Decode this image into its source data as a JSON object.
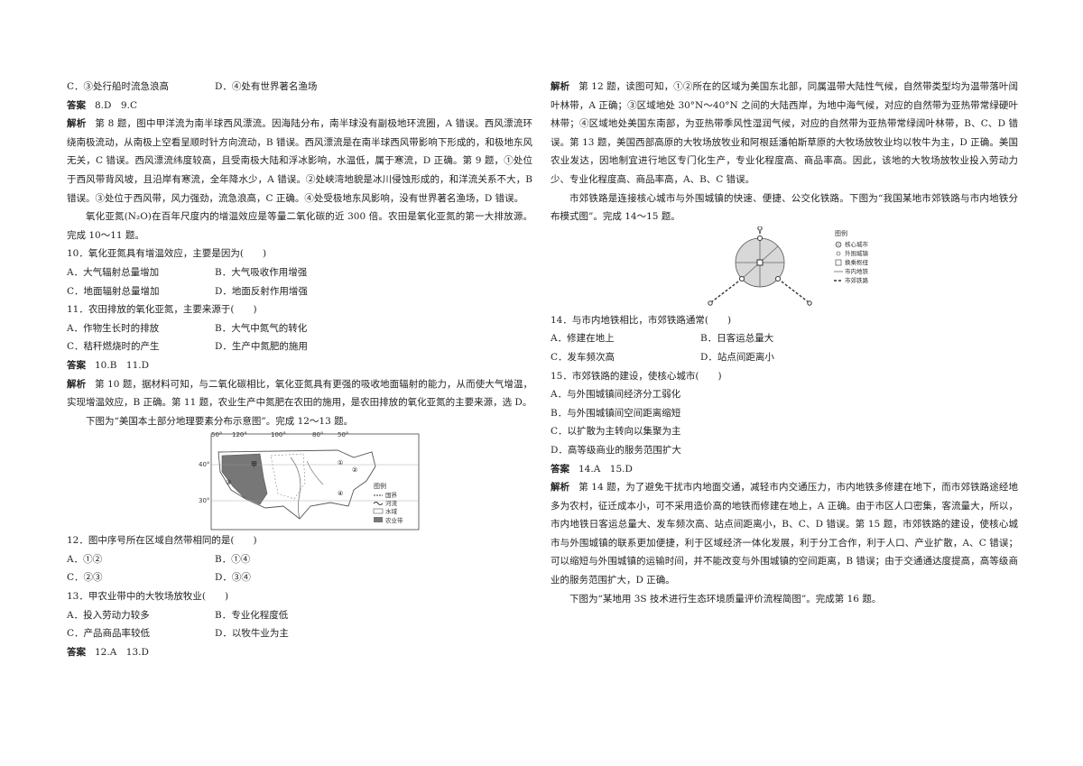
{
  "left": {
    "q7_opts": [
      "C．③处行船时流急浪高",
      "D．④处有世界著名渔场"
    ],
    "ans89_label": "答案",
    "ans89": "8.D　9.C",
    "exp89_label": "解析",
    "exp89": "第 8 题，图中甲洋流为南半球西风漂流。因海陆分布，南半球没有副极地环流圈，A 错误。西风漂流环绕南极流动，从南极上空看呈顺时针方向流动，B 错误。西风漂流是在南半球西风带影响下形成的，和极地东风无关，C 错误。西风漂流纬度较高，且受南极大陆和浮冰影响，水温低，属于寒流，D 正确。第 9 题，①处位于西风带背风坡，且沿岸有寒流，全年降水少，A 错误。②处峡湾地貌是冰川侵蚀形成的，和洋流关系不大，B 错误。③处位于西风带，风力强劲，流急浪高，C 正确。④处受极地东风影响，没有世界著名渔场，D 错误。",
    "intro1011": "氧化亚氮(N₂O)在百年尺度内的增温效应是等量二氧化碳的近 300 倍。农田是氧化亚氮的第一大排放源。完成 10～11 题。",
    "q10": "10．氧化亚氮具有增温效应，主要是因为(　　)",
    "q10_opts": [
      "A．大气辐射总量增加",
      "B．大气吸收作用增强",
      "C．地面辐射总量增加",
      "D．地面反射作用增强"
    ],
    "q11": "11．农田排放的氧化亚氮，主要来源于(　　)",
    "q11_opts": [
      "A．作物生长时的排放",
      "B．大气中氮气的转化",
      "C．秸秆燃烧时的产生",
      "D．生产中氮肥的施用"
    ],
    "ans1011_label": "答案",
    "ans1011": "10.B　11.D",
    "exp1011_label": "解析",
    "exp1011": "第 10 题，据材料可知，与二氧化碳相比，氧化亚氮具有更强的吸收地面辐射的能力，从而使大气增温，实现增温效应，B 正确。第 11 题，农业生产中氮肥在农田的施用，是农田排放的氧化亚氮的主要来源，选 D。",
    "intro1213": "下图为“美国本土部分地理要素分布示意图”。完成 12～13 题。",
    "map": {
      "lon_labels": [
        "50°",
        "120°",
        "100°",
        "80°",
        "50°"
      ],
      "lat_labels": [
        "40°",
        "30°"
      ],
      "nums": [
        "①",
        "②",
        "③",
        "④",
        "甲"
      ],
      "legend_title": "图例",
      "legend_items": [
        "国界",
        "河流",
        "水域",
        "农业带"
      ]
    },
    "q12": "12．图中序号所在区域自然带相同的是(　　)",
    "q12_opts": [
      "A．①②",
      "B．①④",
      "C．②③",
      "D．③④"
    ],
    "q13": "13．甲农业带中的大牧场放牧业(　　)",
    "q13_opts": [
      "A．投入劳动力较多",
      "B．专业化程度低",
      "C．产品商品率较低",
      "D．以牧牛业为主"
    ],
    "ans1213_label": "答案",
    "ans1213": "12.A　13.D"
  },
  "right": {
    "exp1213_label": "解析",
    "exp1213": "第 12 题，读图可知，①②所在的区域为美国东北部，同属温带大陆性气候，自然带类型均为温带落叶阔叶林带，A 正确；③区域地处 30°N～40°N 之间的大陆西岸，为地中海气候，对应的自然带为亚热带常绿硬叶林带；④区域地处美国东南部，为亚热带季风性湿润气候，对应的自然带为亚热带常绿阔叶林带，B、C、D 错误。第 13 题，美国西部高原的大牧场放牧业和阿根廷潘帕斯草原的大牧场放牧业均以牧牛为主，D 正确。美国农业发达，因地制宜进行地区专门化生产，专业化程度高、商品率高。因此，该地的大牧场放牧业投入劳动力少、专业化程度高、商品率高，A、B、C 错误。",
    "intro1415": "市郊铁路是连接核心城市与外围城镇的快速、便捷、公交化铁路。下图为“我国某地市郊铁路与市内地铁分布模式图”。完成 14～15 题。",
    "diagram": {
      "legend_title": "图例",
      "legend_items": [
        "核心城市",
        "外围城镇",
        "换乘枢纽",
        "市内地铁",
        "市郊铁路"
      ]
    },
    "q14": "14．与市内地铁相比，市郊铁路通常(　　)",
    "q14_opts": [
      "A．修建在地上",
      "B．日客运总量大",
      "C．发车频次高",
      "D．站点间距离小"
    ],
    "q15": "15．市郊铁路的建设，使核心城市(　　)",
    "q15_opts": [
      "A．与外围城镇间经济分工弱化",
      "B．与外围城镇间空间距离缩短",
      "C．以扩散为主转向以集聚为主",
      "D．高等级商业的服务范围扩大"
    ],
    "ans1415_label": "答案",
    "ans1415": "14.A　15.D",
    "exp1415_label": "解析",
    "exp1415": "第 14 题，为了避免干扰市内地面交通，减轻市内交通压力，市内地铁多修建在地下，而市郊铁路途经地多为农村，征迁成本小，可不采用造价高的地铁而修建在地上，A 正确。由于市区人口密集，客流量大，所以，市内地铁日客运总量大、发车频次高、站点间距离小，B、C、D 错误。第 15 题，市郊铁路的建设，使核心城市与外围城镇的联系更加便捷，利于区域经济一体化发展，利于分工合作，利于人口、产业扩散，A、C 错误；可以缩短与外围城镇的运输时间，并不能改变与外围城镇的空间距离，B 错误；由于交通通达度提高，高等级商业的服务范围扩大，D 正确。",
    "intro16": "下图为“某地用 3S 技术进行生态环境质量评价流程简图”。完成第 16 题。"
  }
}
